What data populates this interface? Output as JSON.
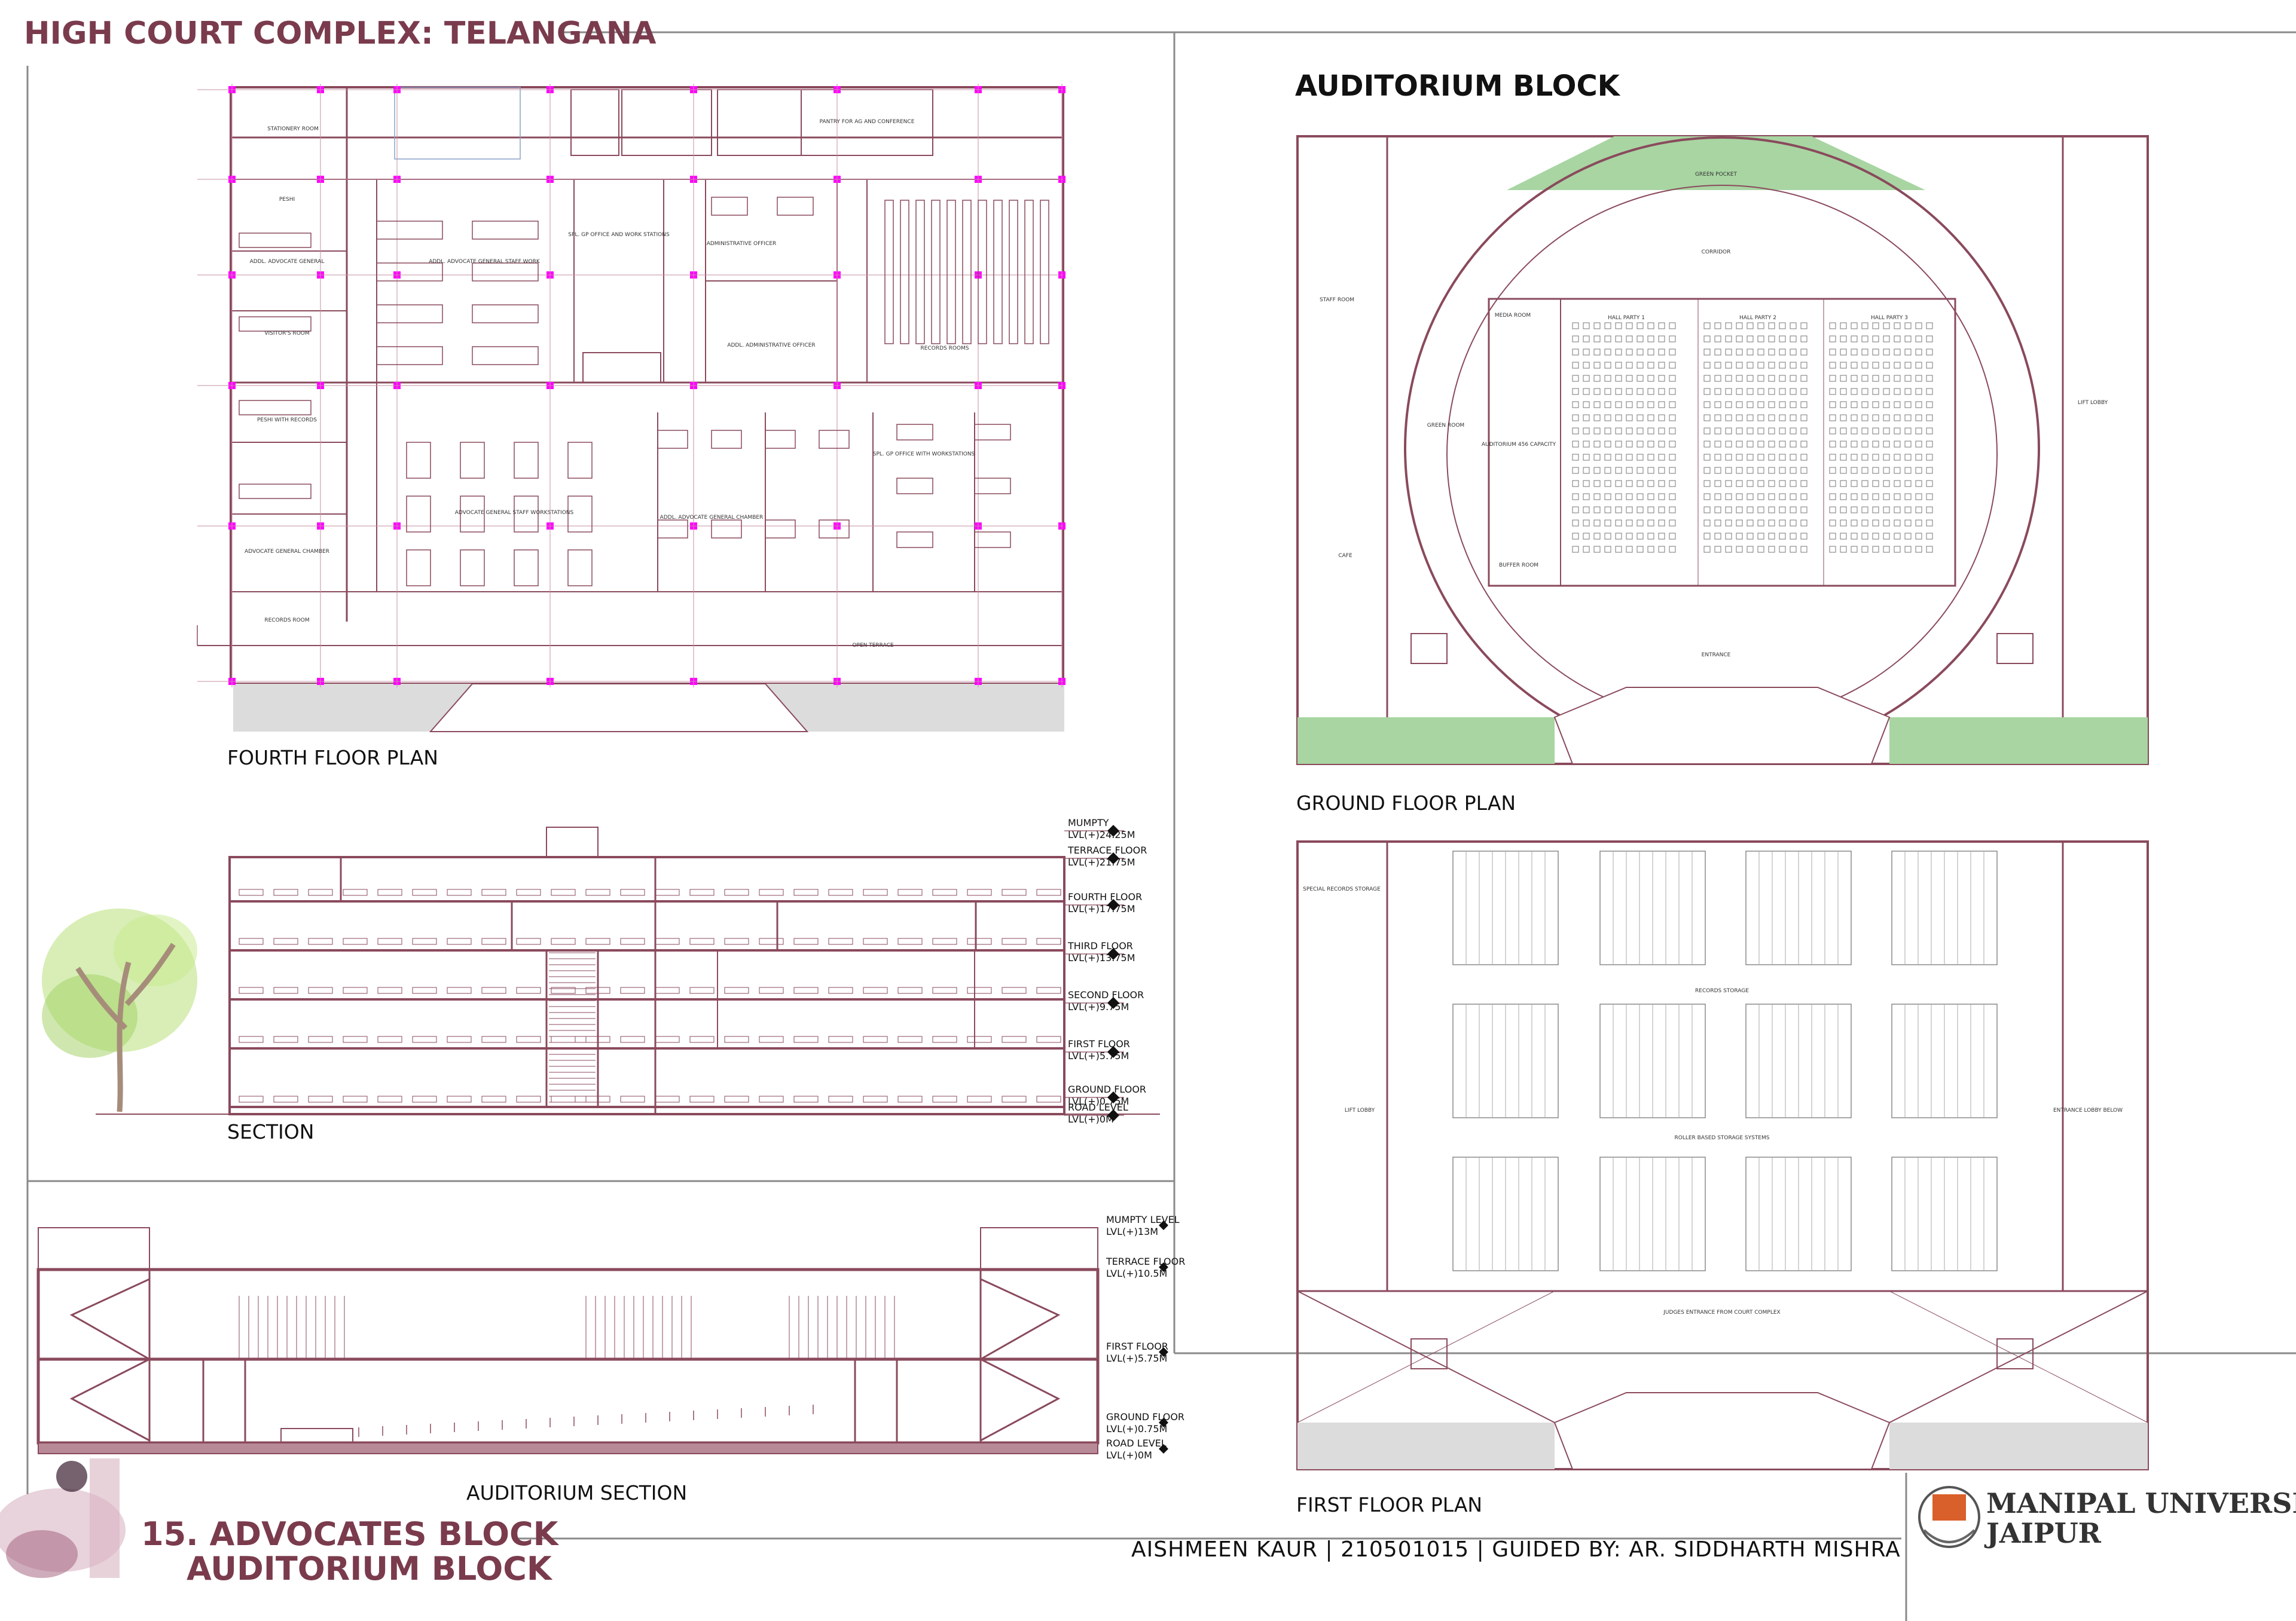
{
  "sheet": {
    "title": "HIGH COURT COMPLEX: TELANGANA",
    "section_title": "AUDITORIUM BLOCK",
    "sheet_number_line1": "15. ADVOCATES BLOCK",
    "sheet_number_line2": "AUDITORIUM BLOCK",
    "author_line": "AISHMEEN KAUR | 210501015 | GUIDED BY: AR. SIDDHARTH MISHRA",
    "university_line1": "MANIPAL UNIVERSITY",
    "university_line2": "JAIPUR"
  },
  "colors": {
    "line": "#8a4a5c",
    "accent": "#7a3b4d",
    "column_marker": "#ff00ff",
    "green_area": "#a8d5a2",
    "ground_gray": "#dcdcdc"
  },
  "drawings": {
    "fourth_floor_plan": {
      "caption": "FOURTH FLOOR PLAN",
      "rooms": [
        "STATIONERY ROOM",
        "PESHI",
        "ADDL. ADVOCATE GENERAL",
        "VISITOR'S ROOM",
        "PESHI WITH RECORDS",
        "ADVOCATE GENERAL CHAMBER",
        "RECORDS ROOM",
        "ADDL. ADVOCATE GENERAL STAFF WORK",
        "SPL. GP OFFICE AND WORK STATIONS",
        "ADMINISTRATIVE OFFICER",
        "ADDL. ADMINISTRATIVE OFFICER",
        "RECORDS ROOMS",
        "PANTRY FOR AG AND CONFERENCE",
        "ADVOCATE GENERAL STAFF WORKSTATIONS",
        "ADDL. ADVOCATE GENERAL CHAMBER",
        "SPL. GP OFFICE WITH WORKSTATIONS",
        "OPEN TERRACE"
      ]
    },
    "section": {
      "caption": "SECTION",
      "levels": [
        {
          "name": "MUMPTY",
          "level": "LVL(+)24.25M"
        },
        {
          "name": "TERRACE FLOOR",
          "level": "LVL(+)21.75M"
        },
        {
          "name": "FOURTH FLOOR",
          "level": "LVL(+)17.75M"
        },
        {
          "name": "THIRD FLOOR",
          "level": "LVL(+)13.75M"
        },
        {
          "name": "SECOND FLOOR",
          "level": "LVL(+)9.75M"
        },
        {
          "name": "FIRST FLOOR",
          "level": "LVL(+)5.75M"
        },
        {
          "name": "GROUND FLOOR",
          "level": "LVL(+)0.75M"
        },
        {
          "name": "ROAD LEVEL",
          "level": "LVL(+)0M"
        }
      ]
    },
    "auditorium_section": {
      "caption": "AUDITORIUM SECTION",
      "levels": [
        {
          "name": "MUMPTY LEVEL",
          "level": "LVL(+)13M"
        },
        {
          "name": "TERRACE FLOOR",
          "level": "LVL(+)10.5M"
        },
        {
          "name": "FIRST FLOOR",
          "level": "LVL(+)5.75M"
        },
        {
          "name": "GROUND FLOOR",
          "level": "LVL(+)0.75M"
        },
        {
          "name": "ROAD LEVEL",
          "level": "LVL(+)0M"
        }
      ]
    },
    "ground_floor_plan": {
      "caption": "GROUND FLOOR PLAN",
      "rooms": [
        "GREEN POCKET",
        "CORRIDOR",
        "STAFF ROOM",
        "MEDIA ROOM",
        "HALL PARTY 1",
        "HALL PARTY 2",
        "HALL PARTY 3",
        "GREEN ROOM",
        "AUDITORIUM 456 CAPACITY",
        "BUFFER ROOM",
        "CAFE",
        "LIFT LOBBY",
        "ENTRANCE"
      ]
    },
    "first_floor_plan": {
      "caption": "FIRST FLOOR PLAN",
      "rooms": [
        "SPECIAL RECORDS STORAGE",
        "RECORDS STORAGE",
        "ROLLER BASED STORAGE SYSTEMS",
        "LIFT LOBBY",
        "ENTRANCE LOBBY BELOW",
        "JUDGES ENTRANCE FROM COURT COMPLEX"
      ]
    }
  }
}
